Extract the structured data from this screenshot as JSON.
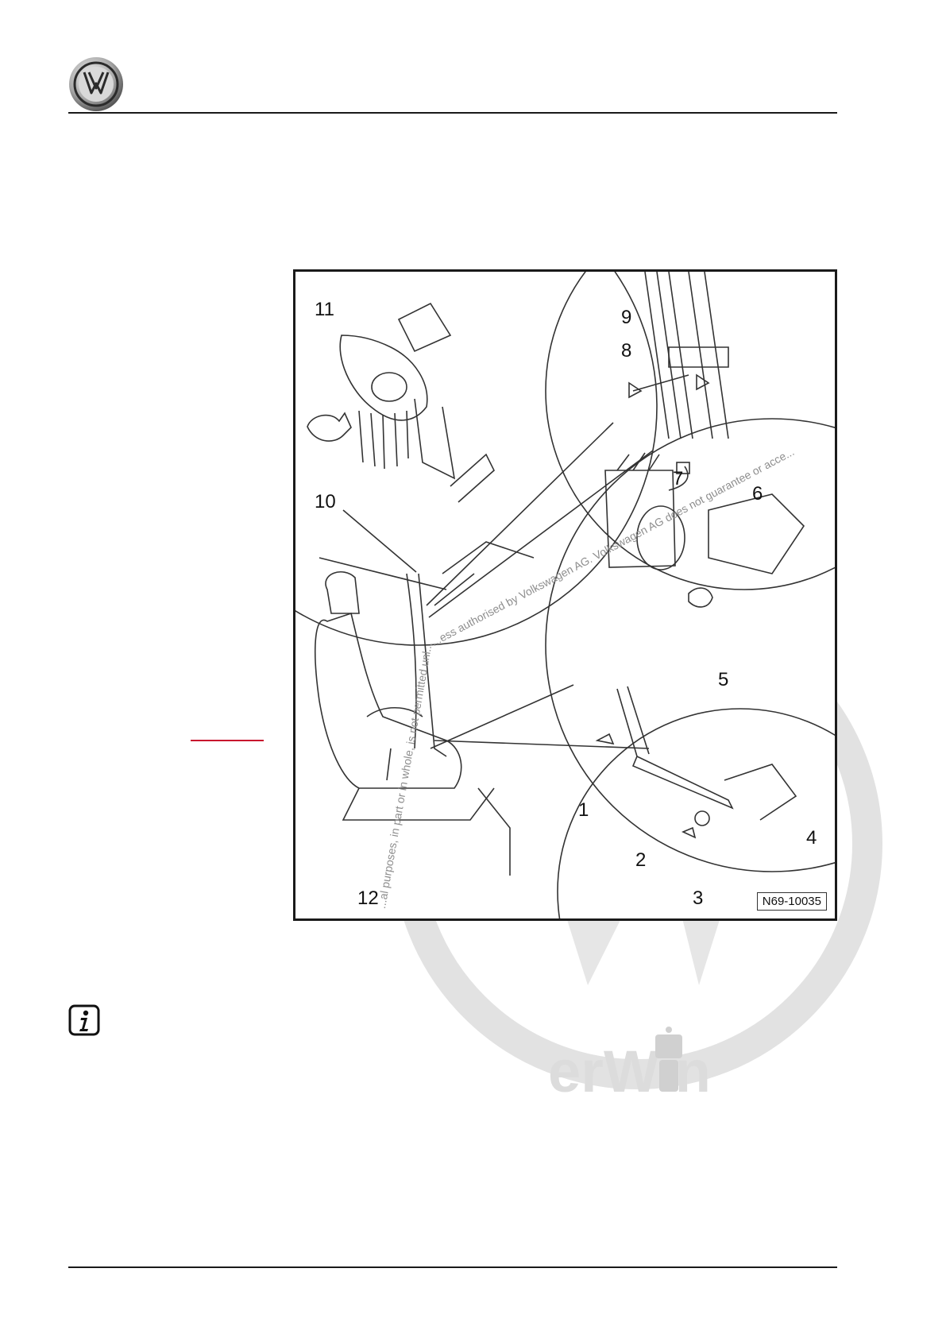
{
  "header": {
    "logo_icon": "vw-logo-icon"
  },
  "figure": {
    "reference_code": "N69-10035",
    "callouts": [
      "1",
      "2",
      "3",
      "4",
      "5",
      "6",
      "7",
      "8",
      "9",
      "10",
      "11",
      "12"
    ],
    "watermark_text_1": "...ess authorised by Volkswagen AG. Volkswagen AG does not guarantee or acce...",
    "watermark_text_2": "...al purposes, in part or in whole, is not permitted unl..."
  },
  "watermark": {
    "brand_fragment": "erWin"
  },
  "note": {
    "icon": "info-icon"
  },
  "colors": {
    "rule": "#1a1a1a",
    "link_red": "#c8102e",
    "watermark_gray": "#d8d8d8"
  }
}
